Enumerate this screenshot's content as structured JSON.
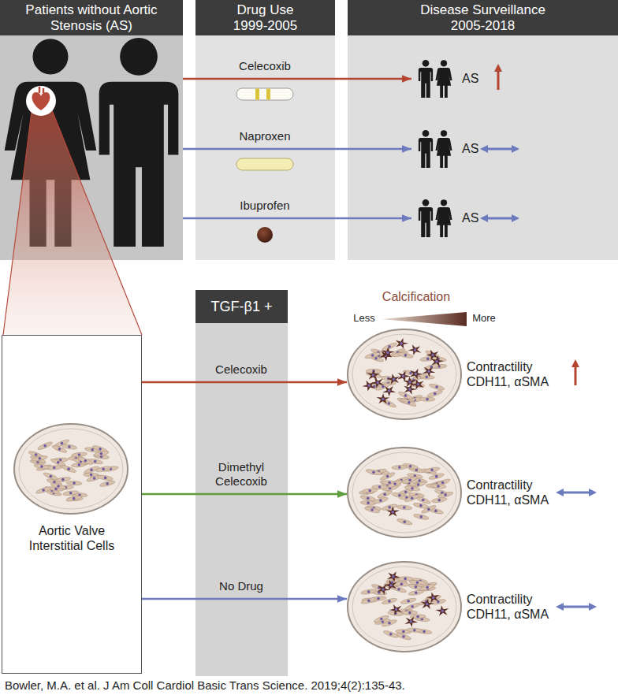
{
  "diagram": {
    "caption": "Bowler, M.A. et al. J Am Coll Cardiol Basic Trans Science. 2019;4(2):135-43.",
    "nodes": [
      {
        "text": [
          "Patients without Aortic Stenosis (AS)"
        ]
      },
      {
        "text": [
          "Drug Use 1999-2005"
        ]
      },
      {
        "text": [
          "Disease Surveillance 2005-2018"
        ]
      },
      {
        "text": [
          "AS"
        ],
        "in": 2
      },
      {
        "text": [
          "AS"
        ],
        "in": 2
      },
      {
        "text": [
          "AS"
        ],
        "in": 2
      },
      {
        "text": [
          "TGF-β1 +"
        ]
      },
      {
        "text": [
          "Aortic Valve Interstitial Cells"
        ]
      },
      {
        "text": [
          "Contractility CDH11, αSMA"
        ]
      },
      {
        "text": [
          "Contractility CDH11, αSMA"
        ]
      },
      {
        "text": [
          "Contractility CDH11, αSMA"
        ]
      }
    ],
    "edges": [
      {
        "from": 0,
        "to": 3,
        "label": "Celecoxib",
        "arrow": "to"
      },
      {
        "from": 0,
        "to": 4,
        "label": "Naproxen",
        "arrow": "to"
      },
      {
        "from": 0,
        "to": 5,
        "label": "Ibuprofen",
        "arrow": "to"
      },
      {
        "from": 7,
        "to": 8,
        "label": "Celecoxib",
        "arrow": "to"
      },
      {
        "from": 7,
        "to": 9,
        "label": "Dimethyl Celecoxib",
        "arrow": "to"
      },
      {
        "from": 7,
        "to": 10,
        "label": "No Drug",
        "arrow": "to"
      }
    ],
    "labels": [
      "Calcification",
      "Less",
      "More"
    ]
  }
}
